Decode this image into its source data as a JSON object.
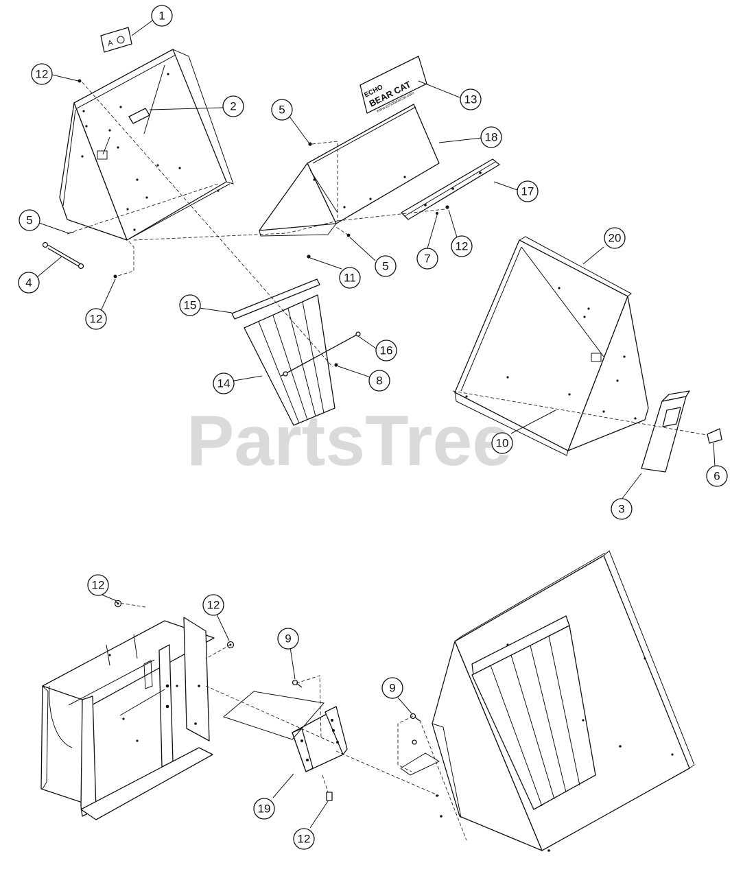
{
  "watermark": "PartsTree",
  "callouts": [
    "1",
    "2",
    "3",
    "4",
    "5",
    "6",
    "7",
    "8",
    "9",
    "10",
    "11",
    "12",
    "13",
    "14",
    "15",
    "16",
    "17",
    "18",
    "19",
    "20"
  ],
  "decal_13": {
    "line1": "ECHO",
    "line2": "BEAR CAT",
    "line3": "www.echobearcat.com"
  }
}
